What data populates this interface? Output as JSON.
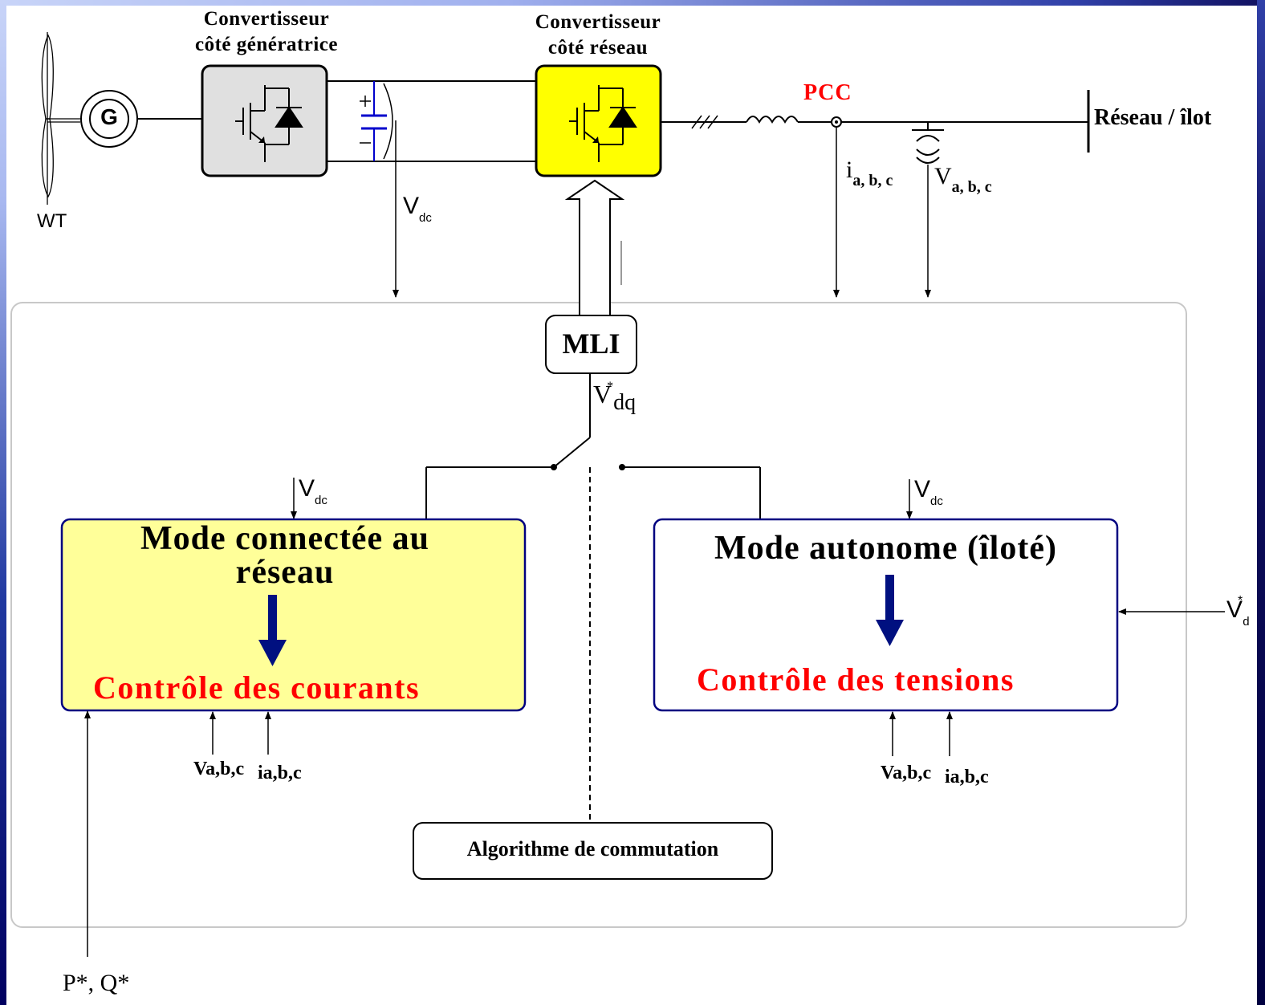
{
  "labels": {
    "gen_converter": [
      "Convertisseur",
      "côté génératrice"
    ],
    "grid_converter": [
      "Convertisseur",
      "côté réseau"
    ],
    "pcc": "PCC",
    "grid": "Réseau / îlot",
    "wt": "WT",
    "generator_symbol": "G",
    "vdc": {
      "main": "V",
      "sub": "dc"
    },
    "i_abc": {
      "main": "i",
      "sub": "a, b, c"
    },
    "v_abc": {
      "main": "V",
      "sub": "a, b, c"
    },
    "mli": "MLI",
    "vdq_ref": {
      "main": "V",
      "sup": "*",
      "sub": "dq"
    },
    "mode_connected": {
      "title": "Mode connectée au réseau",
      "subtitle": "Contrôle des courants"
    },
    "mode_island": {
      "title": "Mode autonome (îloté)",
      "subtitle": "Contrôle des tensions"
    },
    "vd_ref": {
      "main": "V",
      "sup": "*",
      "sub": "d"
    },
    "pq_ref": "P*, Q*",
    "v_abc_bold": "Va,b,c",
    "i_abc_bold": "ia,b,c",
    "switching_algorithm": "Algorithme de commutation"
  },
  "colors": {
    "gen_converter_fill": "#e0e0e0",
    "grid_converter_fill": "#ffff00",
    "connected_box_fill": "#ffff99",
    "box_border": "#000080",
    "arrow_fill": "#001080",
    "pcc_color": "#ff0000",
    "subtitle_color": "#ff0000",
    "capacitor_color": "#0000cc"
  }
}
